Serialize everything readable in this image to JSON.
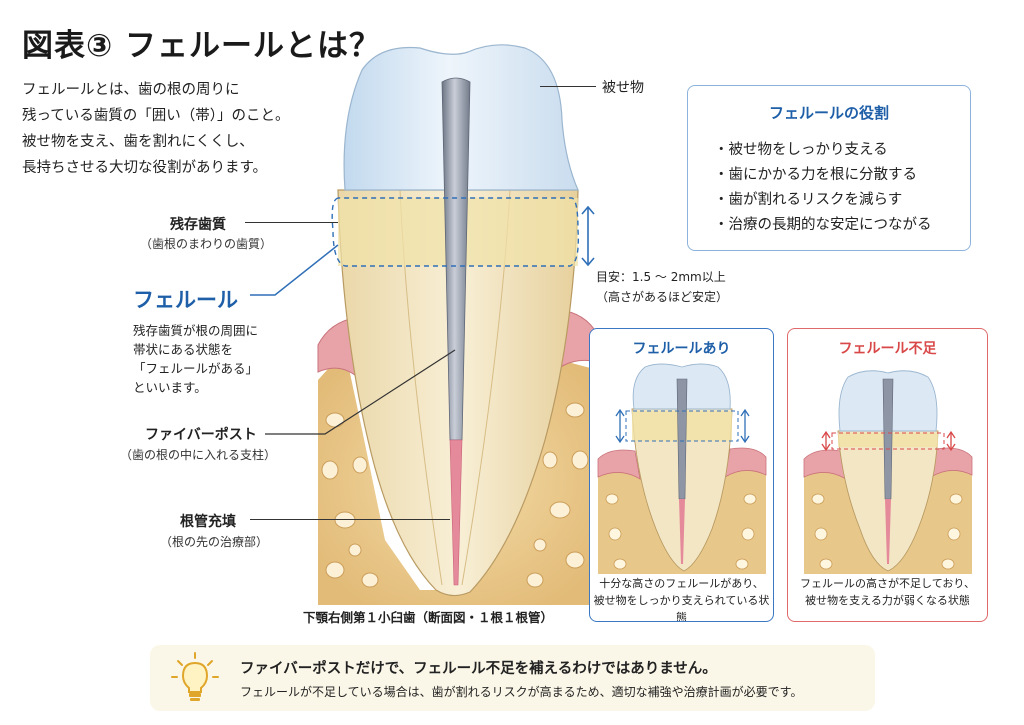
{
  "title": "図表③ フェルールとは？",
  "intro": [
    "フェルールとは、歯の根の周りに",
    "残っている歯質の「囲い（帯）」のこと。",
    "被せ物を支え、歯を割れにくくし、",
    "長持ちさせる大切な役割があります。"
  ],
  "labels": {
    "crown": "被せ物",
    "residual_main": "残存歯質",
    "residual_sub": "（歯根のまわりの歯質）",
    "ferrule_term": "フェルール",
    "ferrule_desc": [
      "残存歯質が根の周囲に",
      "帯状にある状態を",
      "「フェルールがある」",
      "といいます。"
    ],
    "post_main": "ファイバーポスト",
    "post_sub": "（歯の根の中に入れる支柱）",
    "filling_main": "根管充填",
    "filling_sub": "（根の先の治療部）"
  },
  "guide": {
    "line1": "目安：1.5 ～ 2mm以上",
    "line2": "（高さがあるほど安定）"
  },
  "tooth_caption": "下顎右側第１小臼歯（断面図・１根１根管）",
  "role_box": {
    "title": "フェルールの役割",
    "items": [
      "・被せ物をしっかり支える",
      "・歯にかかる力を根に分散する",
      "・歯が割れるリスクを減らす",
      "・治療の長期的な安定につながる"
    ]
  },
  "panel_ok": {
    "title": "フェルールあり",
    "caption": [
      "十分な高さのフェルールがあり、",
      "被せ物をしっかり支えられている状態"
    ]
  },
  "panel_ng": {
    "title": "フェルール不足",
    "caption": [
      "フェルールの高さが不足しており、",
      "被せ物を支える力が弱くなる状態"
    ]
  },
  "note": {
    "line1": "ファイバーポストだけで、フェルール不足を補えるわけではありません。",
    "line2": "フェルールが不足している場合は、歯が割れるリスクが高まるため、適切な補強や治療計画が必要です。"
  },
  "colors": {
    "accent_blue": "#1e5fa8",
    "accent_red": "#d94848",
    "crown": "#d6e6f4",
    "dentin": "#f3e6c4",
    "gum": "#e8a3a8",
    "bone": "#e9c98e",
    "post": "#8e96a6",
    "filling": "#e58a9a",
    "note_bg": "#fbf7e8"
  }
}
